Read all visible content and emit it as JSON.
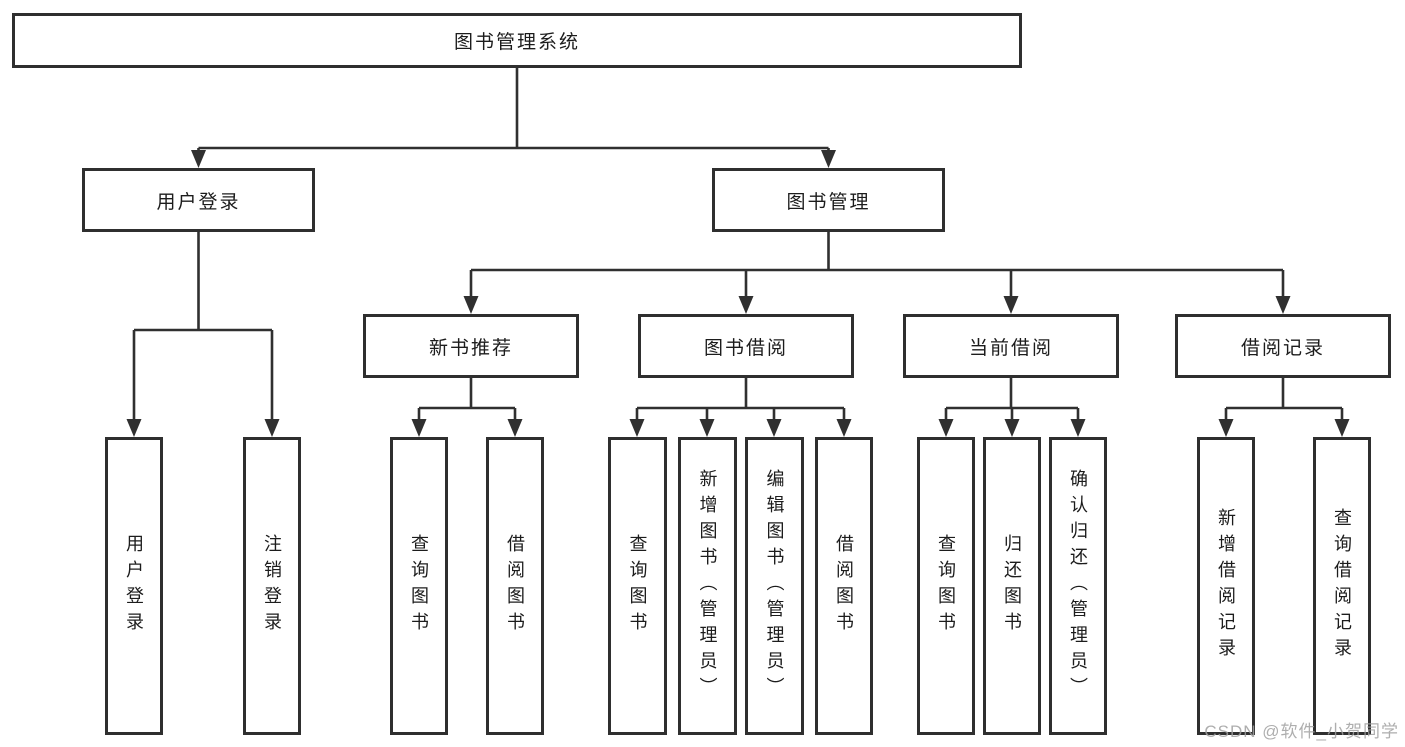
{
  "diagram": {
    "root": {
      "label": "图书管理系统"
    },
    "level2": [
      {
        "label": "用户登录"
      },
      {
        "label": "图书管理"
      }
    ],
    "level3": [
      {
        "label": "新书推荐"
      },
      {
        "label": "图书借阅"
      },
      {
        "label": "当前借阅"
      },
      {
        "label": "借阅记录"
      }
    ],
    "leaves": {
      "user_login": [
        "用户登录",
        "注销登录"
      ],
      "new_book": [
        "查询图书",
        "借阅图书"
      ],
      "book_borrow": [
        "查询图书",
        "新增图书（管理员）",
        "编辑图书（管理员）",
        "借阅图书"
      ],
      "current_borrow": [
        "查询图书",
        "归还图书",
        "确认归还（管理员）"
      ],
      "borrow_record": [
        "新增借阅记录",
        "查询借阅记录"
      ]
    }
  },
  "watermark": "CSDN @软件_小贺同学",
  "colors": {
    "line": "#303030",
    "box_border": "#2f2f2f",
    "text": "#1c1c1c",
    "background": "#ffffff",
    "watermark": "#a0a0a0"
  }
}
